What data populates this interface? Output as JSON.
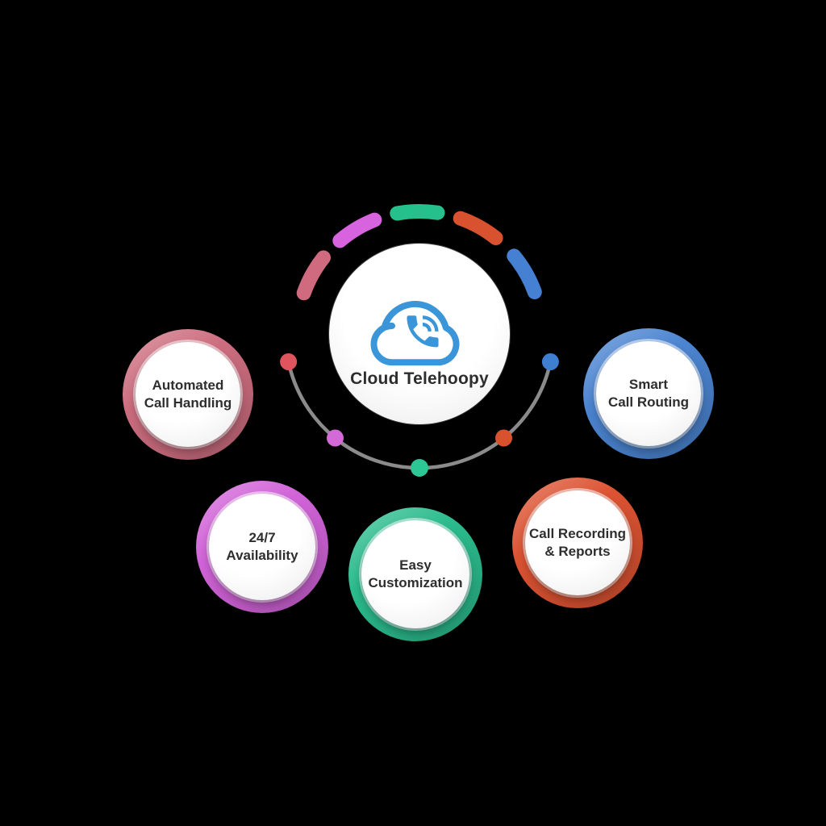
{
  "page": {
    "background": "#000000",
    "label_text_color": "#2e2e2e"
  },
  "hub": {
    "title": "Cloud Telehoopy",
    "icon": "cloud-phone-icon",
    "icon_color": "#3a96d8",
    "circle_color": "#f6f6f7",
    "title_color": "#2d2d2d"
  },
  "nodes": [
    {
      "id": "automated-call-handling",
      "line1": "Automated",
      "line2": "Call Handling",
      "ring_color": "#cc6d7f",
      "arc_color": "#d06a7e",
      "dot_color": "#e0545e"
    },
    {
      "id": "smart-call-routing",
      "line1": "Smart",
      "line2": "Call Routing",
      "ring_color": "#4b84d0",
      "arc_color": "#4680d2",
      "dot_color": "#3e7fd2"
    },
    {
      "id": "availability-24-7",
      "line1": "24/7",
      "line2": "Availability",
      "ring_color": "#d163d8",
      "arc_color": "#d863de",
      "dot_color": "#d46ad8"
    },
    {
      "id": "easy-customization",
      "line1": "Easy",
      "line2": "Customization",
      "ring_color": "#2bbb8d",
      "arc_color": "#25c08b",
      "dot_color": "#2cc795"
    },
    {
      "id": "call-recording-reports",
      "line1": "Call Recording",
      "line2": "& Reports",
      "ring_color": "#dc5332",
      "arc_color": "#d9522f",
      "dot_color": "#d8522d"
    }
  ],
  "orbit": {
    "track_color": "#8b8b8b"
  }
}
